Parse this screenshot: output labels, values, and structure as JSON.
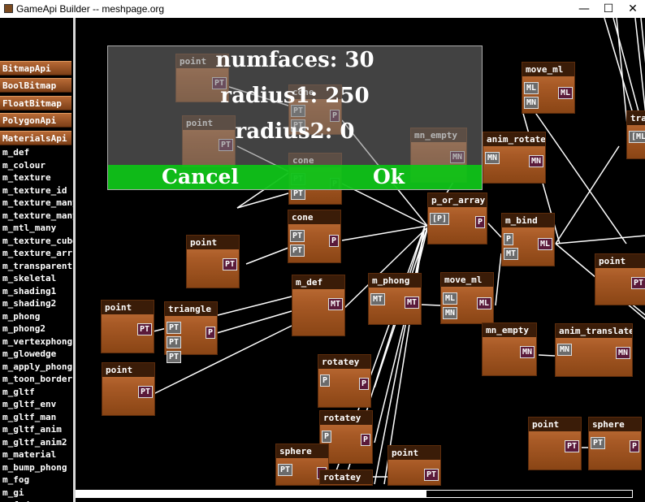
{
  "window": {
    "title": "GameApi Builder -- meshpage.org",
    "minimize": "—",
    "maximize": "☐",
    "close": "✕"
  },
  "sidebar": {
    "categories": [
      "BitmapApi",
      "BoolBitmap",
      "FloatBitmap",
      "PolygonApi",
      "MaterialsApi"
    ],
    "materials": [
      "m_def",
      "m_colour",
      "m_texture",
      "m_texture_id",
      "m_texture_many",
      "m_texture_many",
      "m_mtl_many",
      "m_texture_cube",
      "m_texture_arr",
      "m_transparent",
      "m_skeletal",
      "m_shading1",
      "m_shading2",
      "m_phong",
      "m_phong2",
      "m_vertexphong",
      "m_glowedge",
      "m_apply_phong",
      "m_toon_border",
      "m_gltf",
      "m_gltf_env",
      "m_gltf_man",
      "m_gltf_anim",
      "m_gltf_anim2",
      "m_material",
      "m_bump_phong",
      "m_fog",
      "m_gi",
      "m_fade"
    ]
  },
  "nodes": [
    {
      "title": "point",
      "inputs": [],
      "output": "PT"
    },
    {
      "title": "cone",
      "inputs": [
        "PT",
        "PT"
      ],
      "output": "P"
    },
    {
      "title": "point",
      "inputs": [],
      "output": "PT"
    },
    {
      "title": "cone",
      "inputs": [
        "PT",
        "PT"
      ],
      "output": "P"
    },
    {
      "title": "mn_empty",
      "inputs": [],
      "output": "MN"
    },
    {
      "title": "move_ml",
      "inputs": [
        "ML",
        "MN"
      ],
      "output": "ML"
    },
    {
      "title": "anim_rotate",
      "inputs": [
        "MN"
      ],
      "output": "MN"
    },
    {
      "title": "p_or_array",
      "inputs": [
        "[P]"
      ],
      "output": "P"
    },
    {
      "title": "m_bind",
      "inputs": [
        "P",
        "MT"
      ],
      "output": "ML"
    },
    {
      "title": "cone",
      "inputs": [
        "PT",
        "PT"
      ],
      "output": "P"
    },
    {
      "title": "point",
      "inputs": [],
      "output": "PT"
    },
    {
      "title": "point",
      "inputs": [],
      "output": "PT"
    },
    {
      "title": "triangle",
      "inputs": [
        "PT",
        "PT",
        "PT"
      ],
      "output": "P"
    },
    {
      "title": "m_def",
      "inputs": [],
      "output": "MT"
    },
    {
      "title": "m_phong",
      "inputs": [
        "MT"
      ],
      "output": "MT"
    },
    {
      "title": "move_ml",
      "inputs": [
        "ML",
        "MN"
      ],
      "output": "ML"
    },
    {
      "title": "point",
      "inputs": [],
      "output": "PT"
    },
    {
      "title": "point",
      "inputs": [],
      "output": "PT"
    },
    {
      "title": "mn_empty",
      "inputs": [],
      "output": "MN"
    },
    {
      "title": "anim_translate",
      "inputs": [
        "MN"
      ],
      "output": "MN"
    },
    {
      "title": "rotatey",
      "inputs": [
        "P"
      ],
      "output": "P"
    },
    {
      "title": "point",
      "inputs": [],
      "output": "PT"
    },
    {
      "title": "rotatey",
      "inputs": [
        "P"
      ],
      "output": "P"
    },
    {
      "title": "point",
      "inputs": [],
      "output": "PT"
    },
    {
      "title": "sphere",
      "inputs": [
        "PT"
      ],
      "output": "P"
    },
    {
      "title": "sphere",
      "inputs": [
        "PT"
      ],
      "output": "P"
    },
    {
      "title": "point",
      "inputs": [],
      "output": "PT"
    },
    {
      "title": "rotatey",
      "inputs": [],
      "output": ""
    },
    {
      "title": "tra",
      "inputs": [
        "[ML"
      ],
      "output": ""
    }
  ],
  "dialog": {
    "fields": [
      "numfaces: 30",
      "radius1: 250",
      "radius2: 0"
    ],
    "cancel": "Cancel",
    "ok": "Ok"
  },
  "scrollbar": {
    "position": 0.63
  },
  "colors": {
    "accept": "#0ac814",
    "node": "#a85a26",
    "output_port": "#5a1a3a",
    "input_port": "#6b6b6b"
  }
}
